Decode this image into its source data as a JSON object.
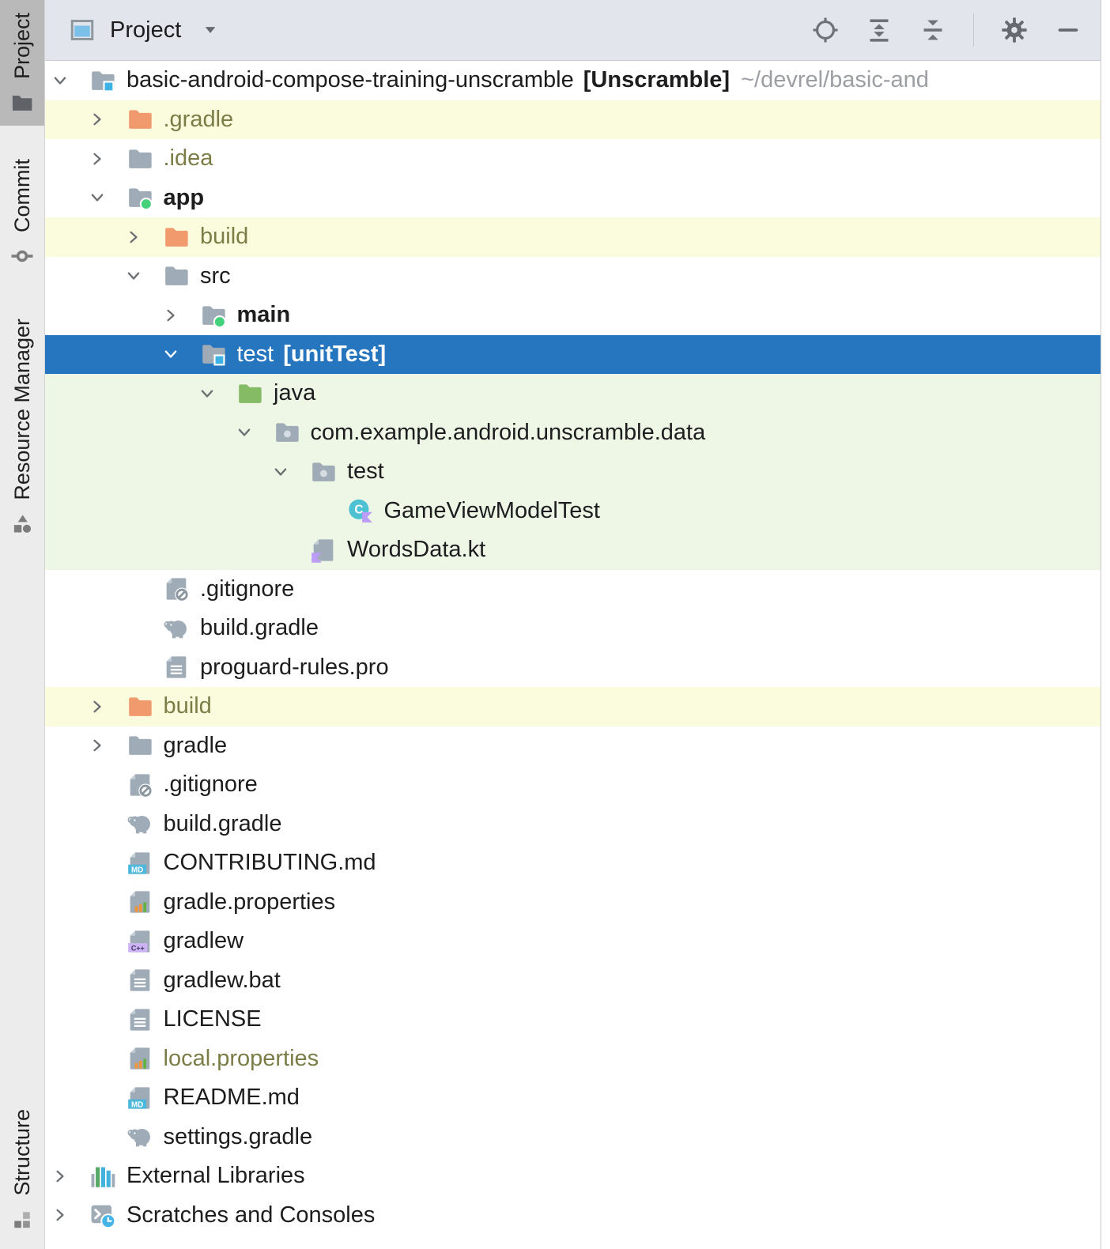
{
  "stripe": {
    "tabs": [
      {
        "label": "Project",
        "icon": "stripe-project",
        "selected": true
      },
      {
        "label": "Commit",
        "icon": "stripe-commit",
        "selected": false
      },
      {
        "label": "Resource Manager",
        "icon": "stripe-resource-manager",
        "selected": false
      }
    ],
    "bottom_tabs": [
      {
        "label": "Structure",
        "icon": "stripe-structure",
        "selected": false
      }
    ]
  },
  "toolbar": {
    "view_selector_label": "Project",
    "action_icons": [
      "locate",
      "expand-all",
      "collapse-all",
      "divider",
      "settings",
      "hide"
    ]
  },
  "colors": {
    "selection-bg": "#2675bf",
    "excluded-bg": "#fbfbdd",
    "test-bg": "#eef7e6",
    "toolbar-bg": "#e2e5ec",
    "olive": "#7c7d46",
    "folder-gray": "#9fabb6",
    "folder-orange": "#f09a6e",
    "folder-green": "#86bb66",
    "kotlin-badge": "#bb9cf6",
    "selection-text": "#ffffff"
  },
  "tree": {
    "rows": [
      {
        "label": "basic-android-compose-training-unscramble",
        "suffix": "[Unscramble]",
        "path": "~/devrel/basic-and",
        "icon": "project-folder",
        "level": 0,
        "chevron": "down",
        "bg": "none",
        "style": "normal"
      },
      {
        "label": ".gradle",
        "icon": "folder-excluded",
        "level": 1,
        "chevron": "right",
        "bg": "excluded",
        "style": "olive"
      },
      {
        "label": ".idea",
        "icon": "folder",
        "level": 1,
        "chevron": "right",
        "bg": "none",
        "style": "olive"
      },
      {
        "label": "app",
        "icon": "module-folder",
        "level": 1,
        "chevron": "down",
        "bg": "none",
        "style": "bold"
      },
      {
        "label": "build",
        "icon": "folder-excluded",
        "level": 2,
        "chevron": "right",
        "bg": "excluded",
        "style": "olive"
      },
      {
        "label": "src",
        "icon": "folder",
        "level": 2,
        "chevron": "down",
        "bg": "none",
        "style": "normal"
      },
      {
        "label": "main",
        "icon": "module-folder",
        "level": 3,
        "chevron": "right",
        "bg": "none",
        "style": "bold"
      },
      {
        "label": "test",
        "suffix": "[unitTest]",
        "icon": "test-folder",
        "level": 3,
        "chevron": "down",
        "bg": "selected",
        "style": "normal"
      },
      {
        "label": "java",
        "icon": "folder-test-root",
        "level": 4,
        "chevron": "down",
        "bg": "test",
        "style": "normal"
      },
      {
        "label": "com.example.android.unscramble.data",
        "icon": "package",
        "level": 5,
        "chevron": "down",
        "bg": "test",
        "style": "normal"
      },
      {
        "label": "test",
        "icon": "package",
        "level": 6,
        "chevron": "down",
        "bg": "test",
        "style": "normal"
      },
      {
        "label": "GameViewModelTest",
        "icon": "kotlin-class",
        "level": 7,
        "chevron": null,
        "bg": "test",
        "style": "normal"
      },
      {
        "label": "WordsData.kt",
        "icon": "kotlin-file",
        "level": 6,
        "chevron": null,
        "bg": "test",
        "style": "normal"
      },
      {
        "label": ".gitignore",
        "icon": "gitignore-file",
        "level": 2,
        "chevron": null,
        "bg": "none",
        "style": "normal"
      },
      {
        "label": "build.gradle",
        "icon": "gradle-file",
        "level": 2,
        "chevron": null,
        "bg": "none",
        "style": "normal"
      },
      {
        "label": "proguard-rules.pro",
        "icon": "text-file",
        "level": 2,
        "chevron": null,
        "bg": "none",
        "style": "normal"
      },
      {
        "label": "build",
        "icon": "folder-excluded",
        "level": 1,
        "chevron": "right",
        "bg": "excluded",
        "style": "olive"
      },
      {
        "label": "gradle",
        "icon": "folder",
        "level": 1,
        "chevron": "right",
        "bg": "none",
        "style": "normal"
      },
      {
        "label": ".gitignore",
        "icon": "gitignore-file",
        "level": 1,
        "chevron": null,
        "bg": "none",
        "style": "normal"
      },
      {
        "label": "build.gradle",
        "icon": "gradle-file",
        "level": 1,
        "chevron": null,
        "bg": "none",
        "style": "normal"
      },
      {
        "label": "CONTRIBUTING.md",
        "icon": "md-file",
        "level": 1,
        "chevron": null,
        "bg": "none",
        "style": "normal"
      },
      {
        "label": "gradle.properties",
        "icon": "properties-file",
        "level": 1,
        "chevron": null,
        "bg": "none",
        "style": "normal"
      },
      {
        "label": "gradlew",
        "icon": "cpp-file",
        "level": 1,
        "chevron": null,
        "bg": "none",
        "style": "normal"
      },
      {
        "label": "gradlew.bat",
        "icon": "text-file",
        "level": 1,
        "chevron": null,
        "bg": "none",
        "style": "normal"
      },
      {
        "label": "LICENSE",
        "icon": "text-file",
        "level": 1,
        "chevron": null,
        "bg": "none",
        "style": "normal"
      },
      {
        "label": "local.properties",
        "icon": "properties-file",
        "level": 1,
        "chevron": null,
        "bg": "none",
        "style": "olive"
      },
      {
        "label": "README.md",
        "icon": "md-file",
        "level": 1,
        "chevron": null,
        "bg": "none",
        "style": "normal"
      },
      {
        "label": "settings.gradle",
        "icon": "gradle-file",
        "level": 1,
        "chevron": null,
        "bg": "none",
        "style": "normal"
      },
      {
        "label": "External Libraries",
        "icon": "libraries",
        "level": 0,
        "chevron": "right",
        "bg": "none",
        "style": "normal"
      },
      {
        "label": "Scratches and Consoles",
        "icon": "scratches",
        "level": 0,
        "chevron": "right",
        "bg": "none",
        "style": "normal"
      }
    ]
  }
}
